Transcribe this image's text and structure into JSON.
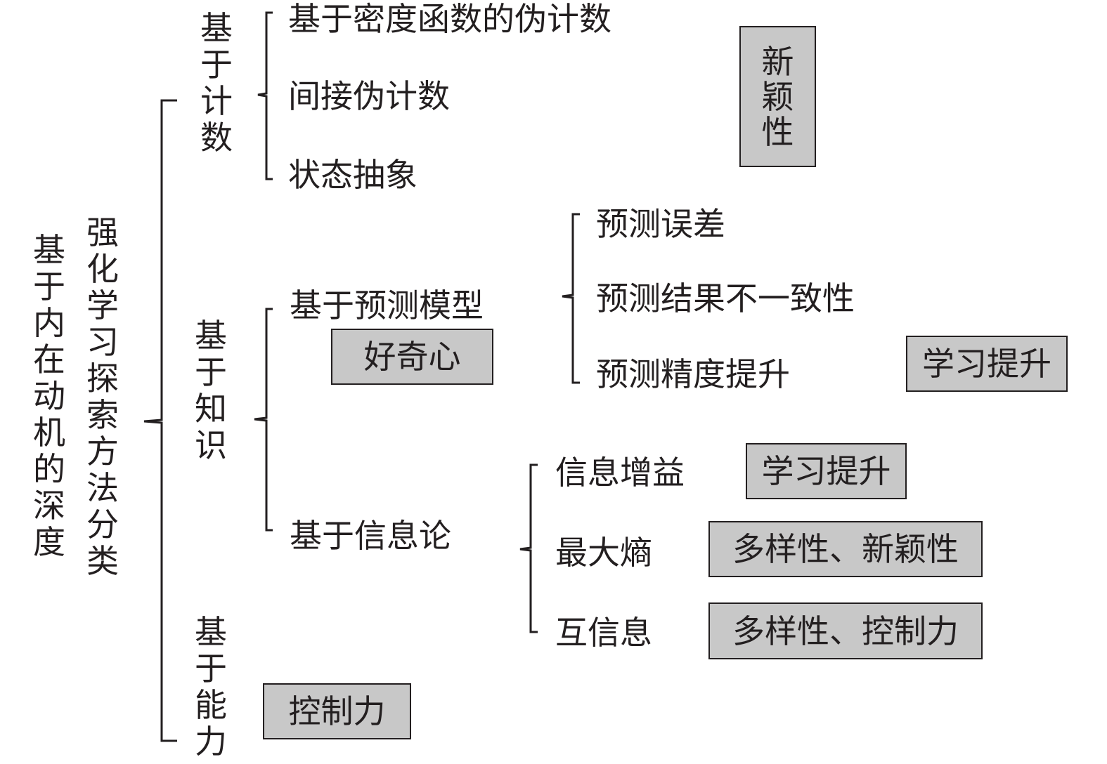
{
  "diagram": {
    "root_label": "基于内在动机的深度",
    "root_sublabel": "强化学习探索方法分类",
    "branches": [
      {
        "label": "基于计数",
        "items": [
          "基于密度函数的伪计数",
          "间接伪计数",
          "状态抽象"
        ],
        "tag": "新颖性"
      },
      {
        "label": "基于知识",
        "sub": [
          {
            "label": "基于预测模型",
            "tag": "好奇心",
            "items": [
              "预测误差",
              "预测结果不一致性",
              "预测精度提升"
            ],
            "item_tags": {
              "预测精度提升": "学习提升"
            }
          },
          {
            "label": "基于信息论",
            "items": [
              "信息增益",
              "最大熵",
              "互信息"
            ],
            "item_tags": {
              "信息增益": "学习提升",
              "最大熵": "多样性、新颖性",
              "互信息": "多样性、控制力"
            }
          }
        ]
      },
      {
        "label": "基于能力",
        "tag": "控制力"
      }
    ]
  },
  "colors": {
    "line": "#231f20",
    "box_fill": "#c8c8c8",
    "background": "#ffffff"
  }
}
